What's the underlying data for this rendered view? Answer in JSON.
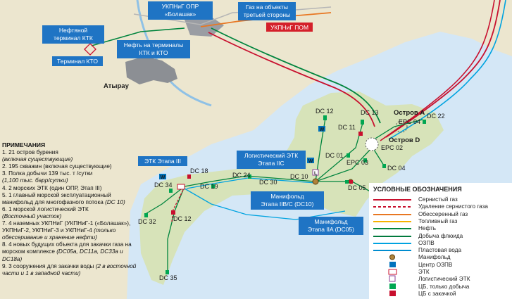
{
  "boxes": {
    "opr": [
      "УКПНиГ ОПР",
      "«Болашак»"
    ],
    "third_party": [
      "Газ на объекты",
      "третьей стороны"
    ],
    "pom": "УКПНиГ ПОМ",
    "ktk_terminal": [
      "Нефтяной",
      "терминал КТК"
    ],
    "oil_terminals": [
      "Нефть на терминалы",
      "КТК и КТО"
    ],
    "kto_terminal": "Терминал КТО",
    "etk3": "ЭТК Этапа III",
    "logistic_etk": [
      "Логистический ЭТК",
      "Этапа IIC"
    ],
    "manifold_2bc": [
      "Манифольд",
      "Этапа IIB/C (DC10)"
    ],
    "manifold_2a": [
      "Манифольд",
      "Этапа IIA (DC05)"
    ]
  },
  "map_labels": {
    "atyrau": "Атырау",
    "island_a": "Остров A",
    "island_d": "Остров D",
    "epc04": "EPC 04",
    "epc02": "EPC 02",
    "epc03": "EPC 03",
    "dc12n": "DC 12",
    "dc13": "DC 13",
    "dc11": "DC 11",
    "dc22": "DC 22",
    "dc01": "DC 01",
    "dc04": "DC 04",
    "dc24": "DC 24",
    "dc30": "DC 30",
    "dc10": "DC 10",
    "dc05": "DC 05",
    "dc18": "DC 18",
    "dc34": "DC 34",
    "dc19": "DC 19",
    "dc32": "DC 32",
    "dc12s": "DC 12",
    "dc35": "DC 35",
    "w": "W",
    "l": "L"
  },
  "notes": {
    "title": "ПРИМЕЧАНИЯ",
    "items": [
      {
        "n": "1. 21 остров бурения",
        "sub": "(включая существующие)"
      },
      {
        "n": "2. 195 скважин (включая существующие)",
        "sub": ""
      },
      {
        "n": "3. Полка добычи 139 тыс. т /сутки",
        "sub": "(1,100 тыс. барр/сутки)"
      },
      {
        "n": "4. 2 морских ЭТК (один ОПР, Этап III)",
        "sub": ""
      },
      {
        "n": "5. 1 главный морской эксплуатационный манифольд для многофазного потока",
        "sub": "(DC 10)"
      },
      {
        "n": "6. 1 морской логистический ЭТК",
        "sub": "(Восточный участок)"
      },
      {
        "n": "7. 4 наземных УКПНиГ (УКПНиГ-1 («Болашак»), УКПНиГ-2, УКПНиГ-3 и УКПНиГ-4",
        "sub": "(только обессеривание и хранение нефти)"
      },
      {
        "n": "8. 4 новых будущих объекта для закачки газа на морском комплексе",
        "sub": "(DC05a, DC11a, DC33a и DC18a)"
      },
      {
        "n": "9. 3 сооружения для закачки воды",
        "sub": "(2 в восточной части и 1 в западной части)"
      }
    ]
  },
  "legend": {
    "title": "УСЛОВНЫЕ ОБОЗНАЧЕНИЯ",
    "items": [
      {
        "label": "Сернистый газ",
        "kind": "line",
        "color": "#c8102e",
        "dash": false
      },
      {
        "label": "Удаление сернистого газа",
        "kind": "line",
        "color": "#c8102e",
        "dash": true
      },
      {
        "label": "Обессеренный газ",
        "kind": "line",
        "color": "#e87722",
        "dash": false
      },
      {
        "label": "Топливный газ",
        "kind": "line",
        "color": "#f6b100",
        "dash": false
      },
      {
        "label": "Нефть",
        "kind": "line",
        "color": "#00843d",
        "dash": false
      },
      {
        "label": "Добыча флюида",
        "kind": "line",
        "color": "#007a3d",
        "dash": false
      },
      {
        "label": "ОЗПВ",
        "kind": "line",
        "color": "#00a3e0",
        "dash": false
      },
      {
        "label": "Пластовая вода",
        "kind": "line",
        "color": "#008ccf",
        "dash": false
      },
      {
        "label": "Манифольд",
        "kind": "manifold",
        "color": "#b0833a",
        "dash": false
      },
      {
        "label": "Центр ОЗПВ",
        "kind": "wbox",
        "color": "#0072bc",
        "dash": false
      },
      {
        "label": "ЭТК",
        "kind": "etk",
        "color": "#c8102e",
        "dash": false
      },
      {
        "label": "Логистический ЭТК",
        "kind": "logistic",
        "color": "#8a3f96",
        "dash": false
      },
      {
        "label": "ЦБ, только добыча",
        "kind": "sq",
        "color": "#00a651",
        "dash": false
      },
      {
        "label": "ЦБ с закачкой",
        "kind": "sq",
        "color": "#c8102e",
        "dash": false
      }
    ]
  },
  "colors": {
    "sea": "#d3e6f5",
    "land": "#e9e2c8",
    "shoal": "#c9d8a6",
    "box": "#1f74c4",
    "red_box": "#d4202a",
    "green": "#00a651",
    "red": "#c8102e"
  }
}
